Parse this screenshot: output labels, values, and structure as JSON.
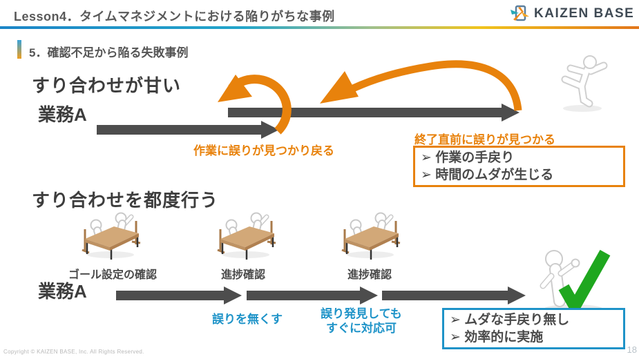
{
  "header": {
    "title": "Lesson4．タイムマネジメントにおける陥りがちな事例",
    "logo_text": "KAIZEN BASE"
  },
  "section": {
    "heading": "5．確認不足から陥る失敗事例"
  },
  "case_bad": {
    "heading": "すり合わせが甘い",
    "task_label": "業務A",
    "note_mid": "作業に誤りが見つかり戻る",
    "note_end": "終了直前に誤りが見つかる",
    "result_box": {
      "items": [
        "➢ 作業の手戻り",
        "➢ 時間のムダが生じる"
      ]
    }
  },
  "case_good": {
    "heading": "すり合わせを都度行う",
    "task_label": "業務A",
    "checkpoints": [
      "ゴール設定の確認",
      "進捗確認",
      "進捗確認"
    ],
    "note_1": "誤りを無くす",
    "note_2_line1": "誤り発見しても",
    "note_2_line2": "すぐに対応可",
    "result_box": {
      "items": [
        "➢ ムダな手戻り無し",
        "➢ 効率的に実施"
      ]
    }
  },
  "footer": {
    "copyright": "Copyright ©  KAIZEN BASE, Inc.  All Rights Reserved.",
    "page_number": "18"
  },
  "colors": {
    "accent_orange": "#e8820c",
    "accent_blue": "#1e93c8",
    "arrow_gray": "#4d4d4d",
    "check_green": "#1fa71f"
  }
}
